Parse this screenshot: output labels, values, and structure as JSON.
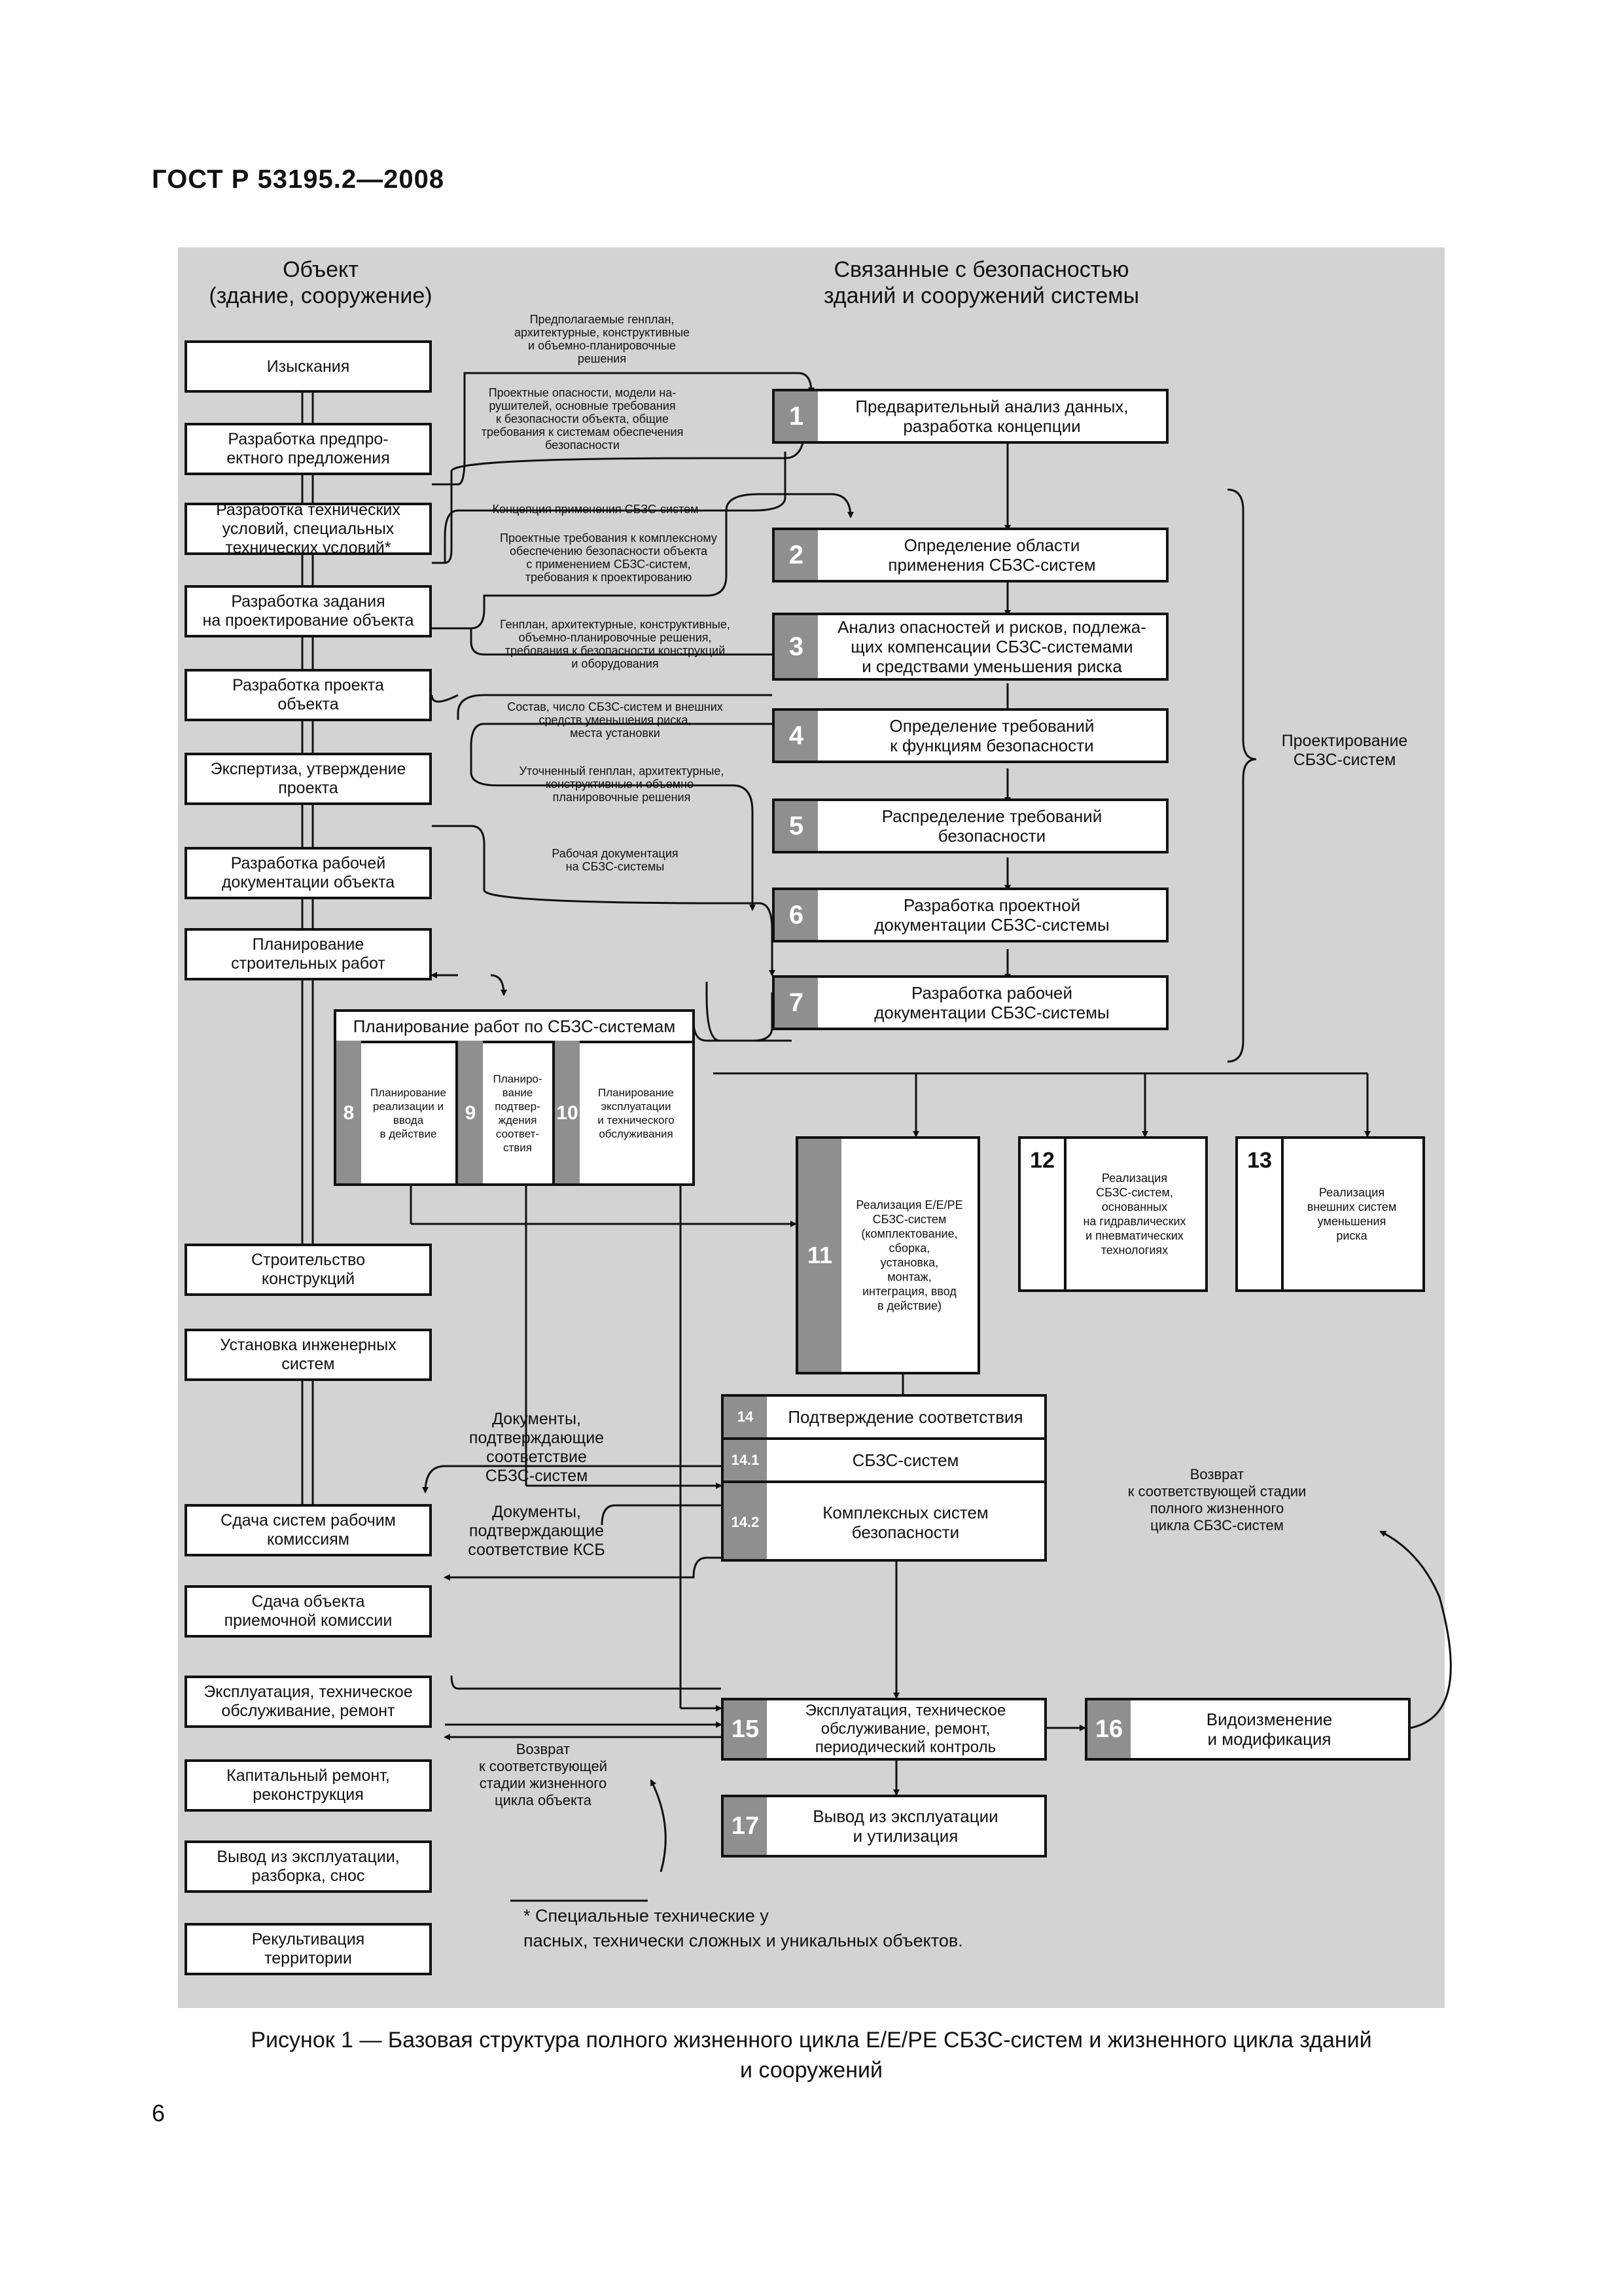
{
  "header": "ГОСТ Р 53195.2—2008",
  "left_title": "Объект\n(здание, сооружение)",
  "right_title": "Связанные с безопасностью\nзданий и сооружений системы",
  "left_boxes": [
    "Изыскания",
    "Разработка предпро-\nектного предложения",
    "Разработка технических\nусловий, специальных\nтехнических условий*",
    "Разработка задания\nна проектирование объекта",
    "Разработка проекта\nобъекта",
    "Экспертиза, утверждение\nпроекта",
    "Разработка рабочей\nдокументации объекта",
    "Планирование\nстроительных работ",
    "Строительство\nконструкций",
    "Установка инженерных\nсистем",
    "Сдача систем рабочим\nкомиссиям",
    "Сдача объекта\nприемочной комиссии",
    "Эксплуатация, техническое\nобслуживание, ремонт",
    "Капитальный ремонт,\nреконструкция",
    "Вывод из эксплуатации,\nразборка, снос",
    "Рекультивация\nтерритории"
  ],
  "right_steps": [
    {
      "num": "1",
      "text": "Предварительный анализ данных,\nразработка концепции"
    },
    {
      "num": "2",
      "text": "Определение области\nприменения СБЗС-систем"
    },
    {
      "num": "3",
      "text": "Анализ опасностей и рисков, подлежа-\nщих компенсации СБЗС-системами\nи средствами уменьшения риска"
    },
    {
      "num": "4",
      "text": "Определение требований\nк функциям безопасности"
    },
    {
      "num": "5",
      "text": "Распределение требований\nбезопасности"
    },
    {
      "num": "6",
      "text": "Разработка проектной\nдокументации СБЗС-системы"
    },
    {
      "num": "7",
      "text": "Разработка рабочей\nдокументации СБЗС-системы"
    }
  ],
  "design_label": "Проектирование\nСБЗС-систем",
  "planning": {
    "title": "Планирование работ по СБЗС-системам",
    "items": [
      {
        "num": "8",
        "text": "Планирование\nреализации и\nввода\nв действие"
      },
      {
        "num": "9",
        "text": "Планиро-\nвание\nподтвер-\nждения\nсоответ-\nствия"
      },
      {
        "num": "10",
        "text": "Планирование\nэксплуатации\nи технического\nобслуживания"
      }
    ]
  },
  "realization": [
    {
      "num": "11",
      "text": "Реализация Е/Е/РЕ\nСБЗС-систем\n(комплектование,\nсборка,\nустановка,\nмонтаж,\nинтеграция, ввод\nв действие)"
    },
    {
      "num": "12",
      "text": "Реализация\nСБЗС-систем,\nоснованных\nна гидравлических\nи пневматических\nтехнологиях"
    },
    {
      "num": "13",
      "text": "Реализация\nвнешних систем\nуменьшения\nриска"
    }
  ],
  "confirmation": [
    {
      "num": "14",
      "text": "Подтверждение соответствия"
    },
    {
      "num": "14.1",
      "text": "СБЗС-систем"
    },
    {
      "num": "14.2",
      "text": "Комплексных систем\nбезопасности"
    }
  ],
  "bottom_steps": [
    {
      "num": "15",
      "text": "Эксплуатация, техническое\nобслуживание, ремонт,\nпериодический контроль"
    },
    {
      "num": "16",
      "text": "Видоизменение\nи модификация"
    },
    {
      "num": "17",
      "text": "Вывод из эксплуатации\nи утилизация"
    }
  ],
  "notes": {
    "n1": "Предполагаемые генплан,\nархитектурные, конструктивные\nи объемно-планировочные\nрешения",
    "n2": "Проектные опасности, модели на-\nрушителей, основные требования\nк безопасности объекта, общие\nтребования к системам обеспечения\nбезопасности",
    "n3": "Концепция применения СБЗС-систем",
    "n4": "Проектные требования к комплексному\nобеспечению безопасности объекта\nс применением СБЗС-систем,\nтребования к проектированию",
    "n5": "Генплан, архитектурные, конструктивные,\nобъемно-планировочные решения,\nтребования к безопасности конструкций\nи оборудования",
    "n6": "Состав, число СБЗС-систем и внешних\nсредств уменьшения риска,\nместа установки",
    "n7": "Уточненный генплан, архитектурные,\nконструктивные и объемно-\nпланировочные решения",
    "n8": "Рабочая документация\nна СБЗС-системы",
    "docs1": "Документы,\nподтверждающие\nсоответствие\nСБЗС-систем",
    "docs2": "Документы,\nподтверждающие\nсоответствие КСБ",
    "return1": "Возврат\nк соответствующей\nстадии жизненного\nцикла объекта",
    "return2": "Возврат\nк соответствующей стадии\nполного жизненного\nцикла СБЗС-систем"
  },
  "footnote": "* Специальные технические у\nпасных, технически сложных и уникальных объектов.",
  "caption": "Рисунок 1 — Базовая структура  полного жизненного цикла Е/Е/РЕ СБЗС-систем и жизненного цикла зданий\nи сооружений",
  "page_number": "6"
}
